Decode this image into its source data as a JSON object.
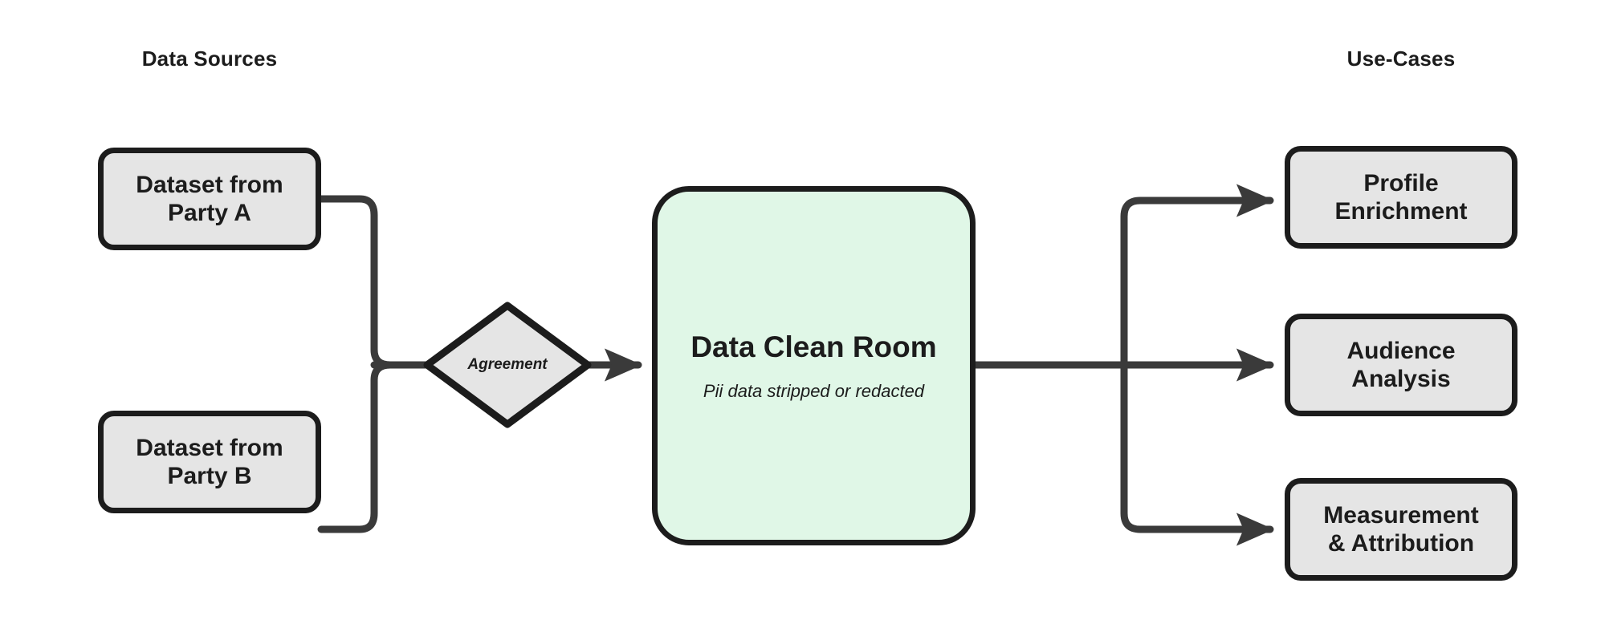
{
  "diagram": {
    "type": "flow",
    "background_color": "#ffffff",
    "stroke_color": "#1c1c1c",
    "node_fill": "#e5e5e5",
    "highlight_fill": "#e0f7e7",
    "columns": {
      "left_title": "Data Sources",
      "right_title": "Use-Cases"
    },
    "sources": [
      {
        "label": "Dataset from\nParty A"
      },
      {
        "label": "Dataset from\nParty B"
      }
    ],
    "gate": {
      "label": "Agreement",
      "shape": "diamond"
    },
    "hub": {
      "title": "Data Clean Room",
      "subtitle": "Pii data stripped or redacted"
    },
    "use_cases": [
      {
        "label": "Profile\nEnrichment"
      },
      {
        "label": "Audience\nAnalysis"
      },
      {
        "label": "Measurement\n& Attribution"
      }
    ]
  }
}
